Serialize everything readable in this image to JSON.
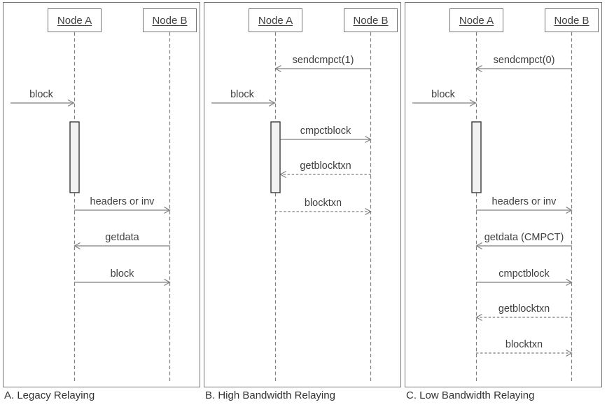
{
  "title": "Block relaying sequence diagrams",
  "colors": {
    "line": "#7f7f7f",
    "text": "#404040",
    "caption_text": "#333333",
    "panel_border": "#757575",
    "activation_fill": "#f2f2f2",
    "activation_border": "#3a3a3a"
  },
  "panels": [
    {
      "caption": "A. Legacy Relaying",
      "nodes": [
        {
          "label": "Node A"
        },
        {
          "label": "Node B"
        }
      ],
      "messages": [
        {
          "label": "block",
          "from": "external",
          "to": "Node A",
          "style": "solid"
        },
        {
          "label": "headers or inv",
          "from": "Node A",
          "to": "Node B",
          "style": "solid"
        },
        {
          "label": "getdata",
          "from": "Node B",
          "to": "Node A",
          "style": "solid"
        },
        {
          "label": "block",
          "from": "Node A",
          "to": "Node B",
          "style": "solid"
        }
      ]
    },
    {
      "caption": "B. High Bandwidth Relaying",
      "nodes": [
        {
          "label": "Node A"
        },
        {
          "label": "Node B"
        }
      ],
      "messages": [
        {
          "label": "sendcmpct(1)",
          "from": "Node B",
          "to": "Node A",
          "style": "solid"
        },
        {
          "label": "block",
          "from": "external",
          "to": "Node A",
          "style": "solid"
        },
        {
          "label": "cmpctblock",
          "from": "Node A",
          "to": "Node B",
          "style": "solid"
        },
        {
          "label": "getblocktxn",
          "from": "Node B",
          "to": "Node A",
          "style": "dashed"
        },
        {
          "label": "blocktxn",
          "from": "Node A",
          "to": "Node B",
          "style": "dashed"
        }
      ]
    },
    {
      "caption": "C. Low Bandwidth Relaying",
      "nodes": [
        {
          "label": "Node A"
        },
        {
          "label": "Node B"
        }
      ],
      "messages": [
        {
          "label": "sendcmpct(0)",
          "from": "Node B",
          "to": "Node A",
          "style": "solid"
        },
        {
          "label": "block",
          "from": "external",
          "to": "Node A",
          "style": "solid"
        },
        {
          "label": "headers or inv",
          "from": "Node A",
          "to": "Node B",
          "style": "solid"
        },
        {
          "label": "getdata (CMPCT)",
          "from": "Node B",
          "to": "Node A",
          "style": "solid"
        },
        {
          "label": "cmpctblock",
          "from": "Node A",
          "to": "Node B",
          "style": "solid"
        },
        {
          "label": "getblocktxn",
          "from": "Node B",
          "to": "Node A",
          "style": "dashed"
        },
        {
          "label": "blocktxn",
          "from": "Node A",
          "to": "Node B",
          "style": "dashed"
        }
      ]
    }
  ]
}
